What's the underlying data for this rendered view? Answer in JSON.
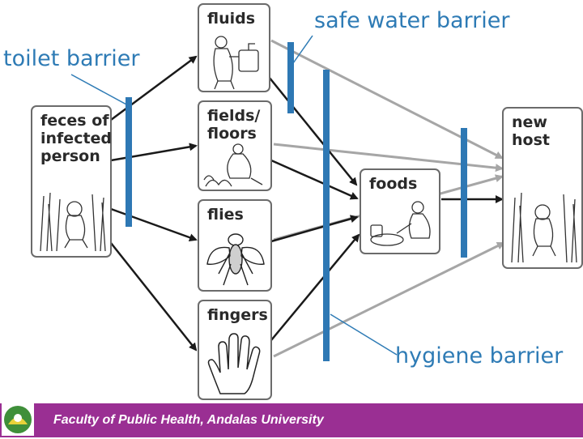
{
  "boxes": {
    "feces": "feces of\ninfected\nperson",
    "fluids": "fluids",
    "fields": "fields/\nfloors",
    "flies": "flies",
    "fingers": "fingers",
    "foods": "foods",
    "new_host": "new\nhost"
  },
  "barriers": {
    "toilet": "toilet barrier",
    "safe_water": "safe water barrier",
    "hygiene": "hygiene barrier"
  },
  "footer": {
    "text": "Faculty of Public Health, Andalas University"
  },
  "colors": {
    "barrier": "#2e78b4",
    "label": "#2e7bb5",
    "arrow_black": "#1a1a1a",
    "arrow_gray": "#a6a6a6",
    "footer": "#9a2f93"
  }
}
